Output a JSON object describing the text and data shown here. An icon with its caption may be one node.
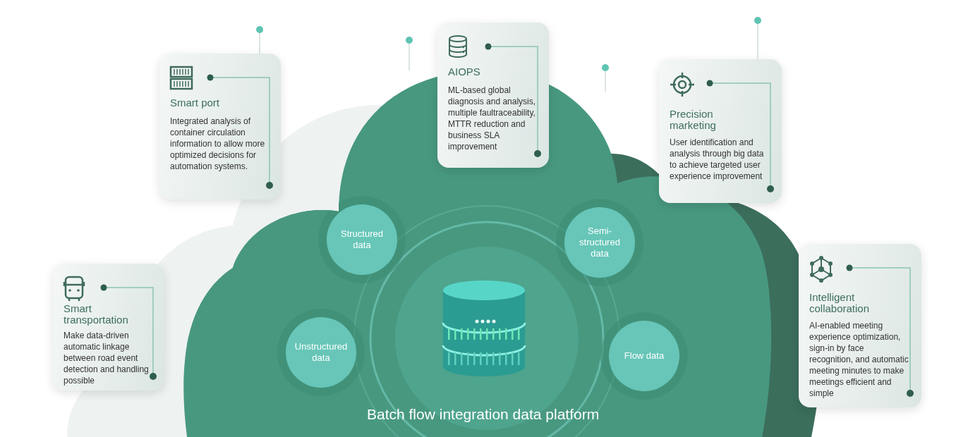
{
  "diagram": {
    "nodes": [
      {
        "text": [
          "Smart port",
          "Integrated analysis of container circulation information to allow more optimized decisions for automation systems."
        ]
      },
      {
        "text": [
          "AIOPS",
          "ML-based global diagnosis and analysis, multiple faultraceability, MTTR reduction and business SLA improvement"
        ]
      },
      {
        "text": [
          "Precision marketing",
          "User identification and analysis through big data to achieve targeted user experience improvement"
        ]
      },
      {
        "text": [
          "Smart transportation",
          "Make data-driven automatic linkage between road event detection and handling possible"
        ]
      },
      {
        "text": [
          "Intelligent collaboration",
          "AI-enabled meeting experience optimization, sign-in by face recognition, and automatic meeting minutes to make meetings efficient and simple"
        ]
      },
      {
        "text": [
          "Batch flow integration data platform"
        ]
      },
      {
        "text": [
          "Structured data"
        ],
        "in": 5
      },
      {
        "text": [
          "Semi-structured data"
        ],
        "in": 5
      },
      {
        "text": [
          "Unstructured data"
        ],
        "in": 5
      },
      {
        "text": [
          "Flow data"
        ],
        "in": 5
      }
    ]
  }
}
